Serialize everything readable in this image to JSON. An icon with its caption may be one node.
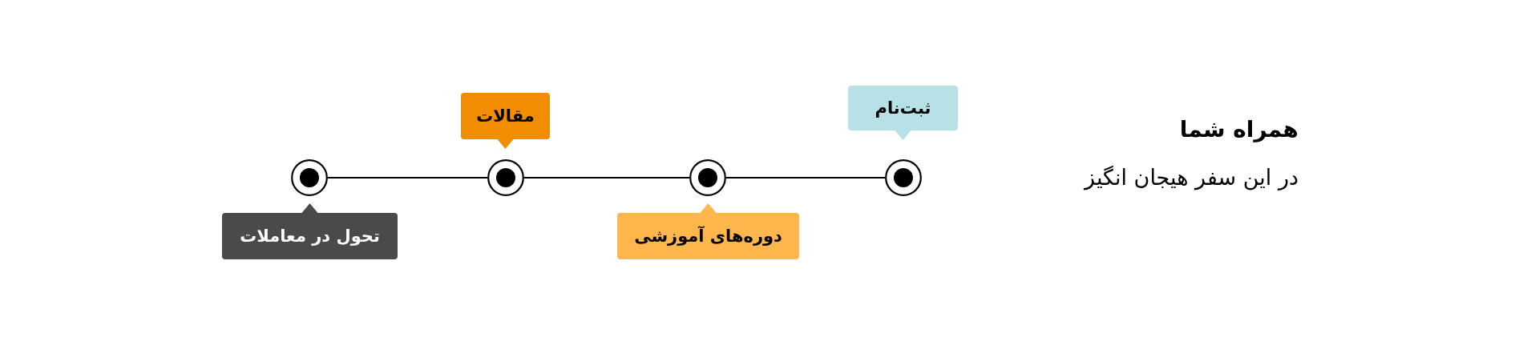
{
  "diagram": {
    "title": "همراه شما",
    "nodes": [
      {
        "text": [
          "ثبت‌نام"
        ]
      },
      {
        "text": [
          "مقالات"
        ]
      },
      {
        "text": [
          "دوره‌های آموزشی"
        ]
      },
      {
        "text": [
          "تحول در معاملات"
        ]
      },
      {
        "text": [],
        "shape": "circle"
      },
      {
        "text": [],
        "shape": "circle"
      },
      {
        "text": [],
        "shape": "circle"
      },
      {
        "text": [],
        "shape": "circle"
      }
    ],
    "edges": [
      {
        "from": 4,
        "to": 5,
        "arrow": "none"
      },
      {
        "from": 5,
        "to": 6,
        "arrow": "none"
      },
      {
        "from": 6,
        "to": 7,
        "arrow": "none"
      }
    ],
    "labels": [
      "در این سفر هیجان انگیز"
    ]
  }
}
